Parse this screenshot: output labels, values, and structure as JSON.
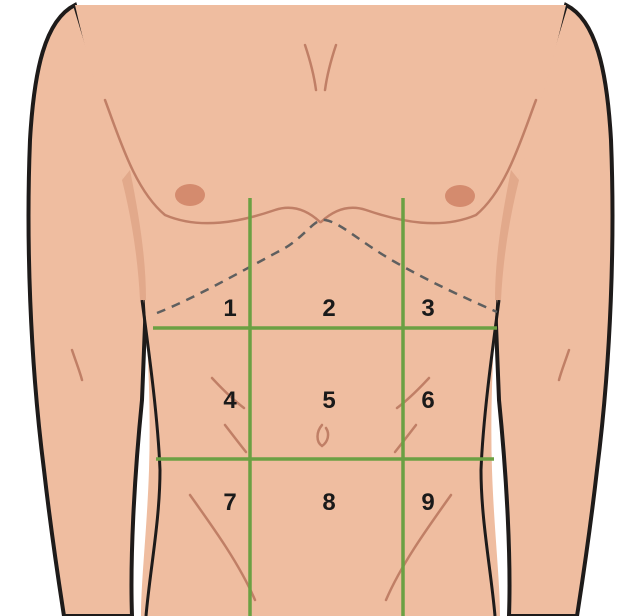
{
  "regions": [
    {
      "number": "1"
    },
    {
      "number": "2"
    },
    {
      "number": "3"
    },
    {
      "number": "4"
    },
    {
      "number": "5"
    },
    {
      "number": "6"
    },
    {
      "number": "7"
    },
    {
      "number": "8"
    },
    {
      "number": "9"
    }
  ],
  "colors": {
    "skin": "#EFBDA0",
    "skin_shadow": "#E2A98B",
    "outline": "#1E1B1A",
    "detail_lines": "#C07F66",
    "nipples": "#D48B6E",
    "grid_lines": "#6BA043",
    "rib_margin_dashes": "#5F5F5F",
    "label_text": "#1A1A1A"
  },
  "icons": {
    "figure": "male-torso-front-view"
  }
}
